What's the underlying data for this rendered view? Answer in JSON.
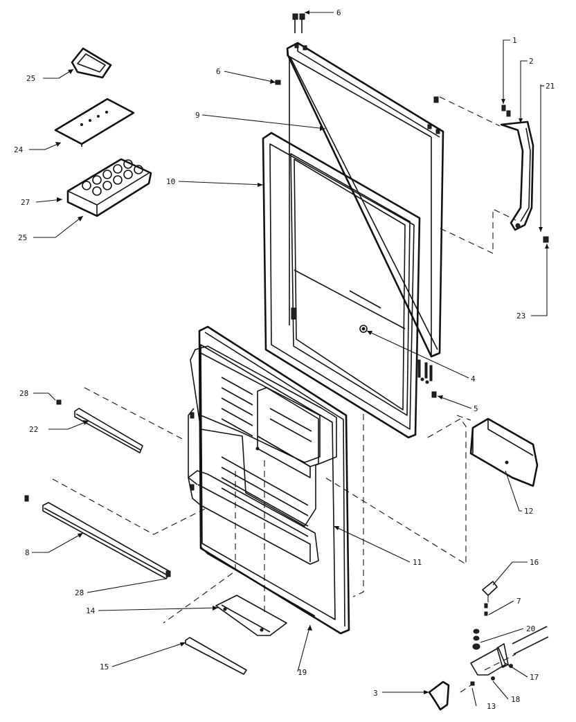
{
  "callouts": {
    "c1": "1",
    "c2": "2",
    "c3": "3",
    "c4": "4",
    "c5": "5",
    "c6a": "6",
    "c6b": "6",
    "c7": "7",
    "c8": "8",
    "c9": "9",
    "c10": "10",
    "c11": "11",
    "c12": "12",
    "c13": "13",
    "c14": "14",
    "c15": "15",
    "c16": "16",
    "c17": "17",
    "c18": "18",
    "c19": "19",
    "c20": "20",
    "c21": "21",
    "c22": "22",
    "c23": "23",
    "c24": "24",
    "c25a": "25",
    "c25b": "25",
    "c27": "27",
    "c28a": "28",
    "c28b": "28"
  }
}
